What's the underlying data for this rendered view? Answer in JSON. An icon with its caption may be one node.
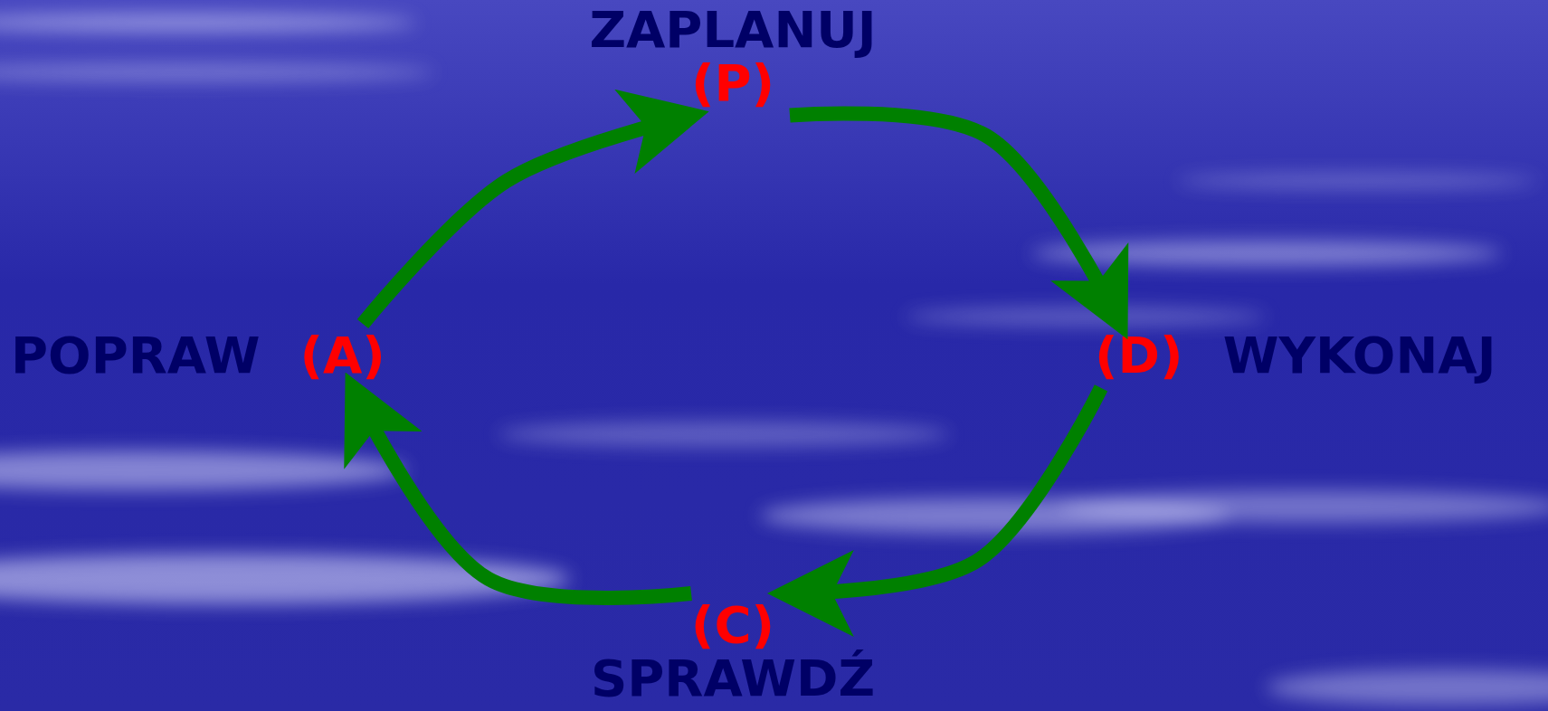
{
  "diagram": {
    "nodes": [
      {
        "text": [
          "ZAPLANUJ",
          "(P)"
        ]
      },
      {
        "text": [
          "(D)",
          "WYKONAJ"
        ]
      },
      {
        "text": [
          "(C)",
          "SPRAWDŹ"
        ]
      },
      {
        "text": [
          "POPRAW",
          "(A)"
        ]
      }
    ],
    "edges": [
      {
        "from": 3,
        "to": 0,
        "arrow": "to"
      },
      {
        "from": 0,
        "to": 1,
        "arrow": "to"
      },
      {
        "from": 1,
        "to": 2,
        "arrow": "to"
      },
      {
        "from": 2,
        "to": 3,
        "arrow": "to"
      }
    ]
  }
}
